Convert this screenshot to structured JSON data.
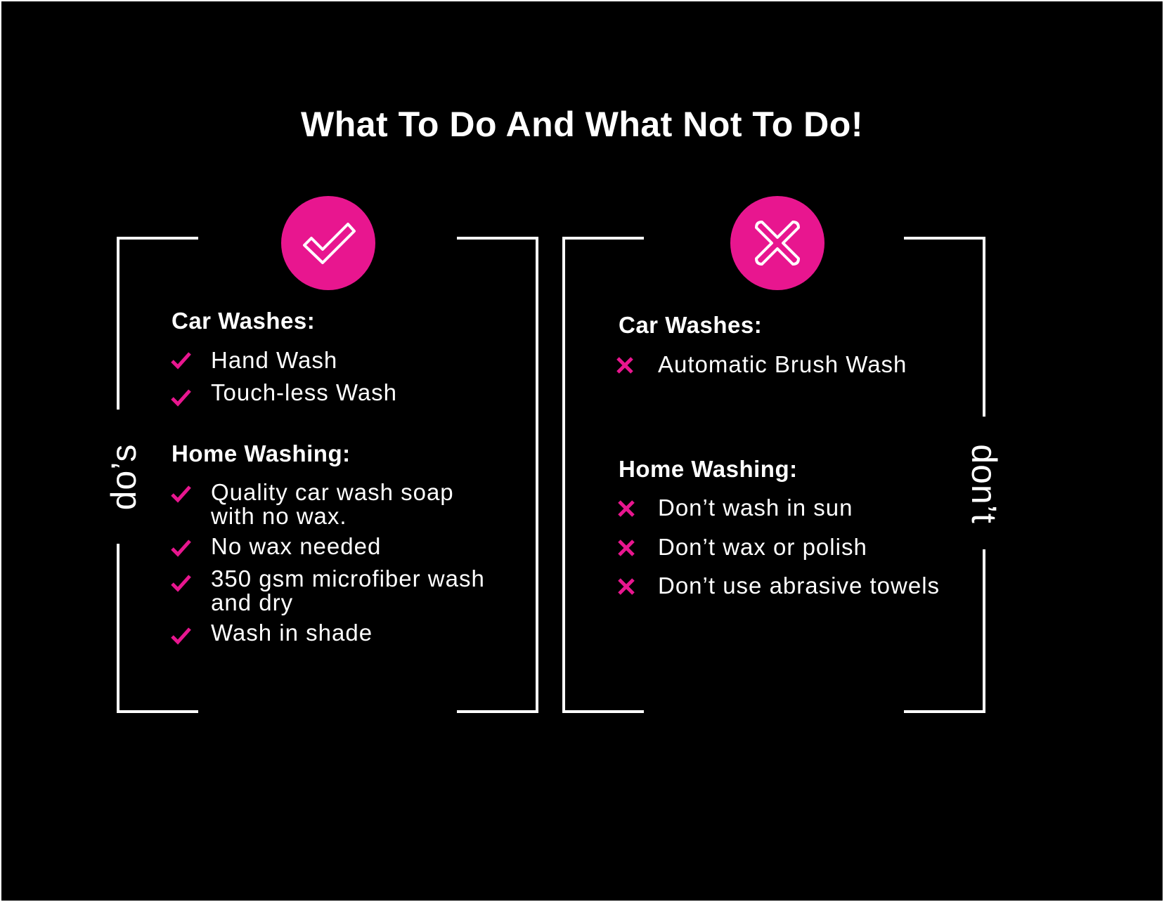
{
  "title": "What To Do And What Not To Do!",
  "colors": {
    "background": "#000000",
    "accent": "#e8168f",
    "text": "#ffffff"
  },
  "dos": {
    "side_label": "do’s",
    "badge_icon": "checkmark-icon",
    "car_washes": {
      "heading": "Car Washes:",
      "items": [
        "Hand Wash",
        "Touch-less Wash"
      ]
    },
    "home_washing": {
      "heading": "Home Washing:",
      "items": [
        "Quality car wash soap with no wax.",
        "No wax needed",
        "350 gsm microfiber wash and dry",
        "Wash in shade"
      ]
    }
  },
  "donts": {
    "side_label": "don’t",
    "badge_icon": "x-mark-icon",
    "car_washes": {
      "heading": "Car Washes:",
      "items": [
        "Automatic Brush Wash"
      ]
    },
    "home_washing": {
      "heading": "Home Washing:",
      "items": [
        "Don’t wash in sun",
        "Don’t wax or polish",
        "Don’t use abrasive towels"
      ]
    }
  }
}
